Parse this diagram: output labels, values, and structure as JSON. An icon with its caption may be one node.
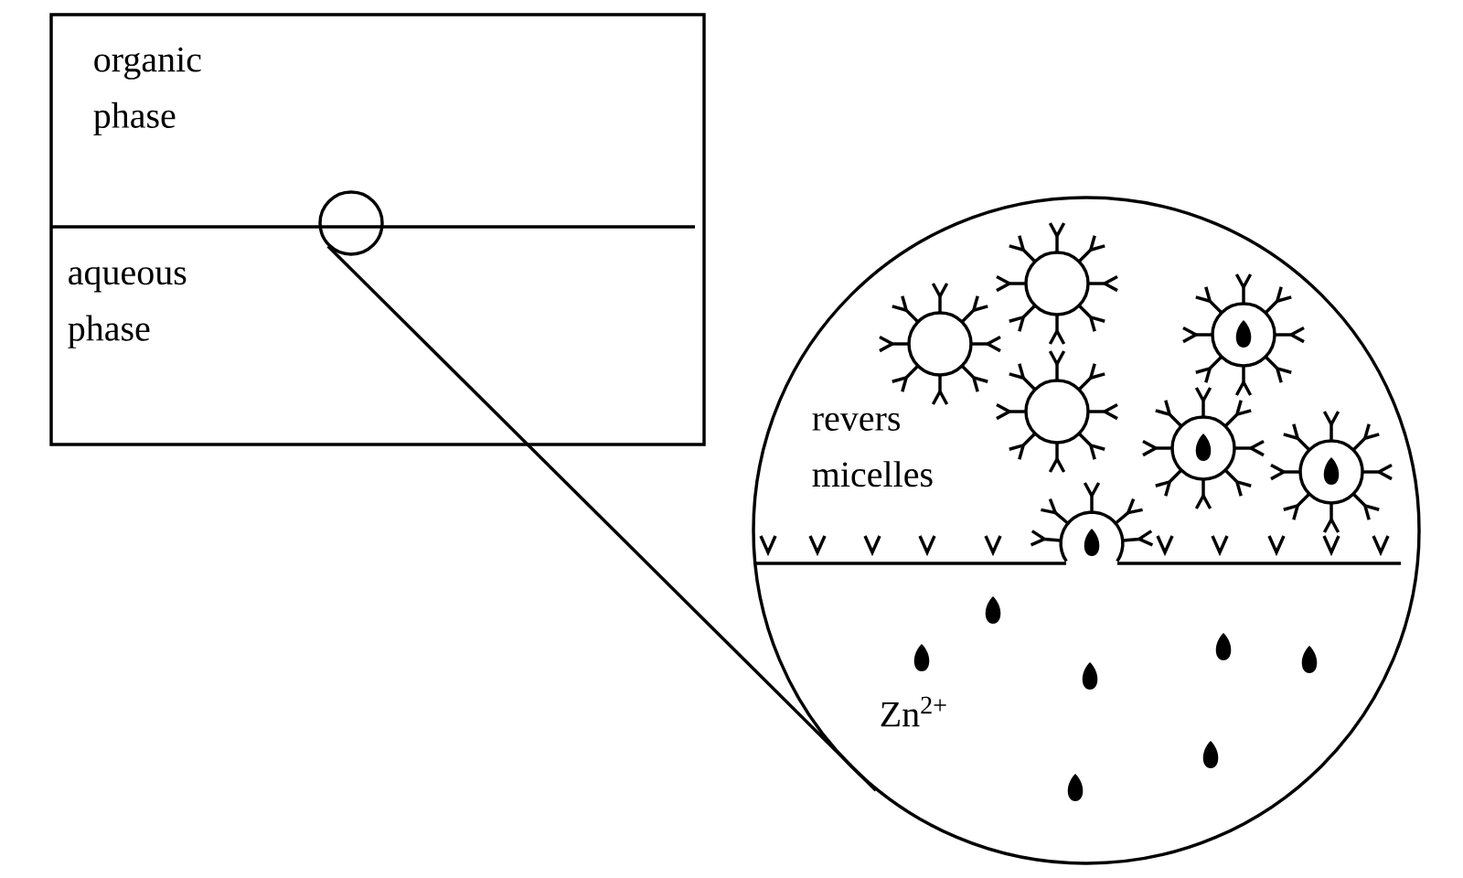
{
  "diagram": {
    "nodes": [
      {
        "text": [
          "organic phase",
          "aqueous phase"
        ]
      },
      {
        "text": [],
        "shape": "circle",
        "in": 0
      },
      {
        "text": [
          "revers micelles",
          "Zn$^{2+}$"
        ]
      }
    ],
    "edges": [
      {
        "from": 1,
        "to": 2,
        "arrow": "none"
      }
    ]
  }
}
